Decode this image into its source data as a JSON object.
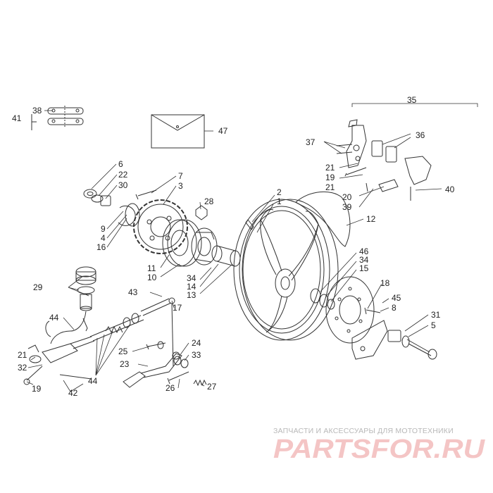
{
  "callouts": {
    "c1": "1",
    "c2": "2",
    "c3": "3",
    "c4": "4",
    "c5": "5",
    "c6": "6",
    "c7": "7",
    "c8": "8",
    "c9": "9",
    "c10": "10",
    "c11": "11",
    "c12": "12",
    "c13": "13",
    "c14": "14",
    "c15": "15",
    "c16": "16",
    "c17": "17",
    "c18": "18",
    "c19": "19",
    "c20": "20",
    "c21": "21",
    "c22": "22",
    "c23": "23",
    "c24": "24",
    "c25": "25",
    "c26": "26",
    "c27": "27",
    "c28": "28",
    "c29": "29",
    "c30": "30",
    "c31": "31",
    "c32": "32",
    "c33": "33",
    "c34": "34",
    "c35": "35",
    "c36": "36",
    "c37": "37",
    "c38": "38",
    "c39": "39",
    "c40": "40",
    "c41": "41",
    "c42": "42",
    "c43": "43",
    "c44": "44",
    "c45": "45",
    "c46": "46",
    "c47": "47"
  },
  "watermark": {
    "tagline": "ЗАПЧАСТИ И АКСЕССУАРЫ ДЛЯ МОТОТЕХНИКИ",
    "logo": "PARTSFOR.RU",
    "color": "#f3bcbc"
  }
}
